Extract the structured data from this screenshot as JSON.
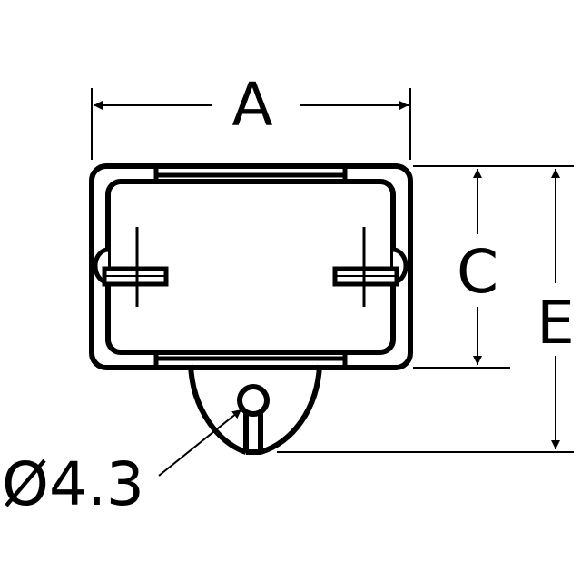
{
  "diagram": {
    "labels": {
      "width": "A",
      "height_inner": "C",
      "height_overall": "E",
      "hole_diameter": "Ø4.3"
    },
    "colors": {
      "line": "#000000",
      "background": "#ffffff"
    }
  }
}
